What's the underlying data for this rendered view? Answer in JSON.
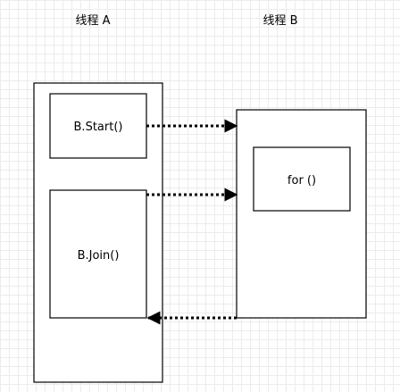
{
  "threads": {
    "a": {
      "title": "线程 A"
    },
    "b": {
      "title": "线程 B"
    }
  },
  "nodes": {
    "start": {
      "label": "B.Start()"
    },
    "join": {
      "label": "B.Join()"
    },
    "loop": {
      "label": "for ()"
    }
  },
  "colors": {
    "stroke": "#000000",
    "fill": "#ffffff",
    "grid": "#ececec"
  }
}
